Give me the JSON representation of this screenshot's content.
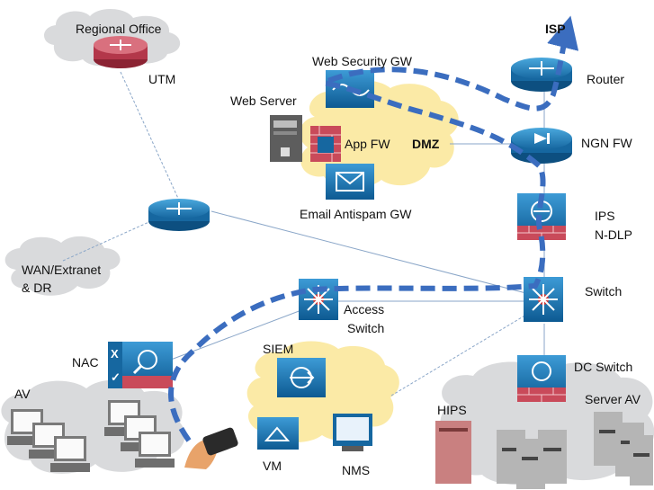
{
  "labels": {
    "regional_office": "Regional Office",
    "utm": "UTM",
    "isp": "ISP",
    "router": "Router",
    "web_security_gw": "Web Security GW",
    "web_server": "Web Server",
    "app_fw": "App FW",
    "dmz": "DMZ",
    "ngn_fw": "NGN FW",
    "email_antispam_gw": "Email Antispam GW",
    "ips": "IPS",
    "n_dlp": "N-DLP",
    "wan_extranet": "WAN/Extranet",
    "dr": "& DR",
    "switch": "Switch",
    "access": "Access",
    "access_switch": "Switch",
    "nac": "NAC",
    "av": "AV",
    "siem": "SIEM",
    "dc_switch": "DC Switch",
    "server_av": "Server AV",
    "hips": "HIPS",
    "vm": "VM",
    "nms": "NMS"
  },
  "colors": {
    "cloud": "#d9dadc",
    "dmz_cloud": "#fbeaa6",
    "device_blue": "#1a6ea8",
    "device_red": "#c94a5a",
    "flow_path": "#3b6dbf",
    "link_line": "#8aa6c8"
  }
}
